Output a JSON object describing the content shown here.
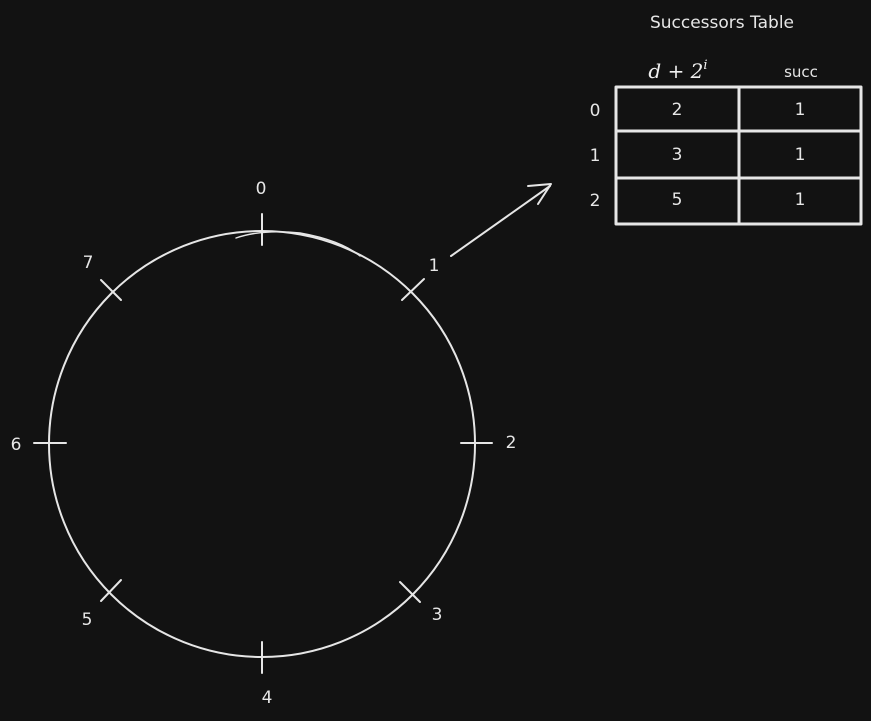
{
  "ring": {
    "node_labels": [
      "0",
      "1",
      "2",
      "3",
      "4",
      "5",
      "6",
      "7"
    ]
  },
  "table": {
    "title": "Successors Table",
    "header_key_base": "d + 2",
    "header_key_exponent": "i",
    "header_succ": "succ",
    "rows": [
      {
        "index": "0",
        "key": "2",
        "succ": "1"
      },
      {
        "index": "1",
        "key": "3",
        "succ": "1"
      },
      {
        "index": "2",
        "key": "5",
        "succ": "1"
      }
    ]
  },
  "colors": {
    "background": "#121212",
    "stroke": "#e6e6e6"
  }
}
